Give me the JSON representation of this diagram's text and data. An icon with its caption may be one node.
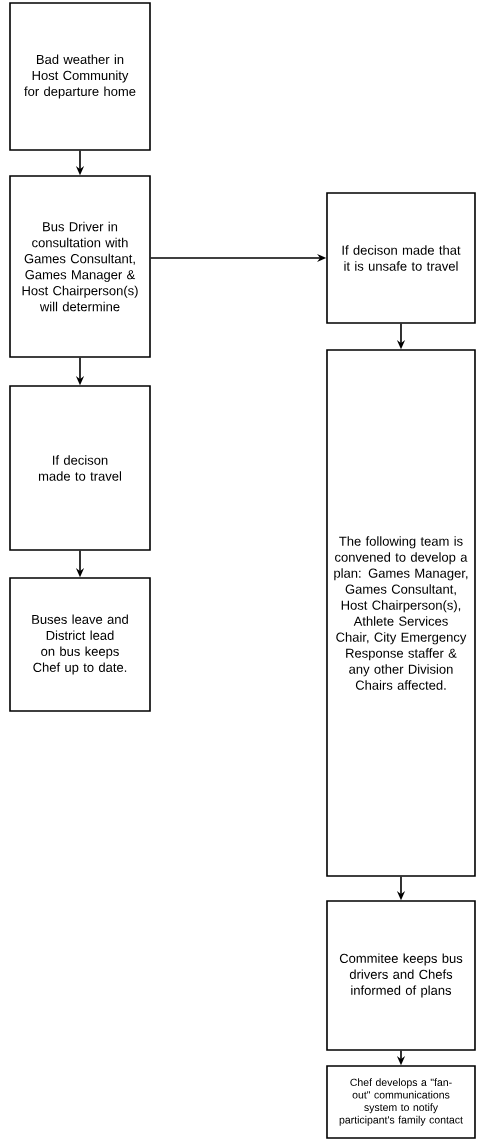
{
  "diagram": {
    "nodes": [
      {
        "text": [
          "Bad weather in Host Community for departure home"
        ]
      },
      {
        "text": [
          "Bus Driver in consultation with Games Consultant, Games Manager & Host Chairperson(s) will determine"
        ]
      },
      {
        "text": [
          "If decison made to travel"
        ]
      },
      {
        "text": [
          "Buses leave and District lead on bus keeps Chef up to date."
        ]
      },
      {
        "text": [
          "If decison made that it is unsafe to travel"
        ]
      },
      {
        "text": [
          "The following team is convened to develop a plan: Games Manager, Games Consultant, Host Chairperson(s), Athlete Services Chair, City Emergency Response staffer & any other Division Chairs affected."
        ]
      },
      {
        "text": [
          "Commitee keeps bus drivers and Chefs informed of plans"
        ]
      },
      {
        "text": [
          "Chef develops a \"fan-out\" communications system to notify participant's family contact"
        ]
      }
    ],
    "edges": [
      {
        "from": 0,
        "to": 1,
        "arrow": "to"
      },
      {
        "from": 1,
        "to": 2,
        "arrow": "to"
      },
      {
        "from": 2,
        "to": 3,
        "arrow": "to"
      },
      {
        "from": 1,
        "to": 4,
        "arrow": "to"
      },
      {
        "from": 4,
        "to": 5,
        "arrow": "to"
      },
      {
        "from": 5,
        "to": 6,
        "arrow": "to"
      },
      {
        "from": 6,
        "to": 7,
        "arrow": "to"
      }
    ]
  }
}
